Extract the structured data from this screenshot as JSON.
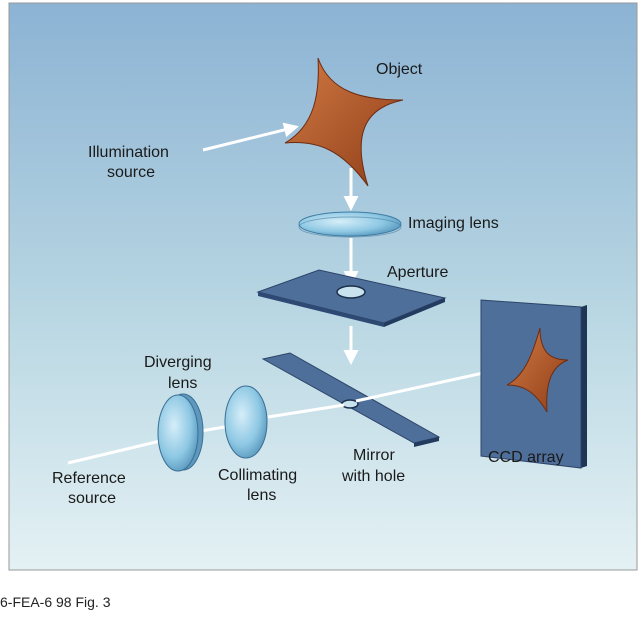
{
  "labels": {
    "object": "Object",
    "illumination_1": "Illumination",
    "illumination_2": "source",
    "imaging_lens": "Imaging lens",
    "aperture": "Aperture",
    "diverging_1": "Diverging",
    "diverging_2": "lens",
    "collimating_1": "Collimating",
    "collimating_2": "lens",
    "mirror_1": "Mirror",
    "mirror_2": "with hole",
    "ccd": "CCD array",
    "reference_1": "Reference",
    "reference_2": "source"
  },
  "caption": "6-FEA-6 98 Fig. 3",
  "colors": {
    "background_top": "#8cb3d4",
    "background_bottom": "#e4f1f4",
    "object_fill": "#b5562a",
    "component_fill": "#4f6f9b",
    "lens_fill": "#8ec8e4",
    "beam": "#ffffff"
  }
}
